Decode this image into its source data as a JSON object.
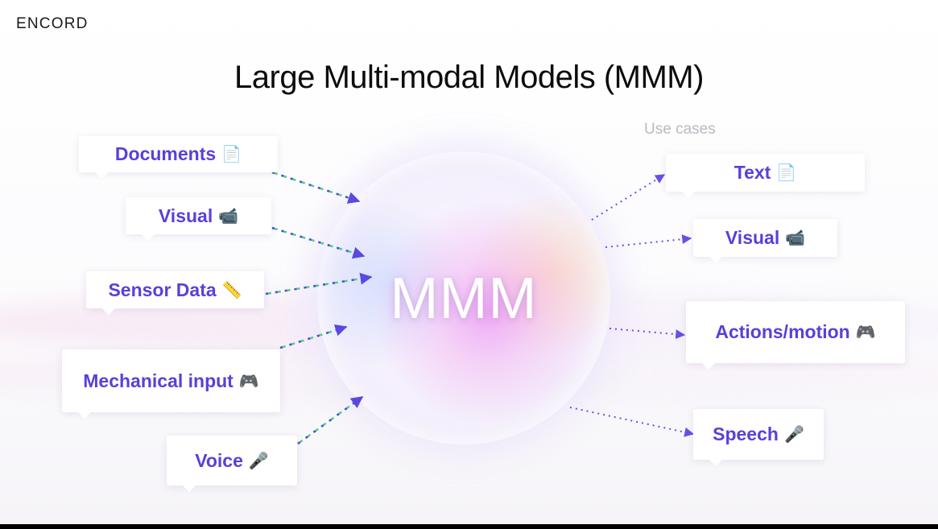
{
  "brand": {
    "logo": "ENCORD"
  },
  "slide": {
    "title": "Large Multi-modal Models (MMM)",
    "use_cases_label": "Use cases"
  },
  "center": {
    "label": "MMM"
  },
  "inputs": [
    {
      "label": "Documents",
      "icon": "📄",
      "icon_name": "document-icon"
    },
    {
      "label": "Visual",
      "icon": "📹",
      "icon_name": "video-camera-icon"
    },
    {
      "label": "Sensor Data",
      "icon": "📏",
      "icon_name": "ruler-icon"
    },
    {
      "label": "Mechanical input",
      "icon": "🎮",
      "icon_name": "game-controller-icon"
    },
    {
      "label": "Voice",
      "icon": "🎤",
      "icon_name": "microphone-icon"
    }
  ],
  "outputs": [
    {
      "label": "Text",
      "icon": "📄",
      "icon_name": "document-icon"
    },
    {
      "label": "Visual",
      "icon": "📹",
      "icon_name": "video-camera-icon"
    },
    {
      "label": "Actions/motion",
      "icon": "🎮",
      "icon_name": "game-controller-icon"
    },
    {
      "label": "Speech",
      "icon": "🎤",
      "icon_name": "microphone-icon"
    }
  ],
  "colors": {
    "label_text": "#5b3fd9",
    "input_arrow_green": "#4fd08a",
    "input_arrow_blue": "#5b48e0",
    "output_arrow": "#6a4fe6"
  }
}
